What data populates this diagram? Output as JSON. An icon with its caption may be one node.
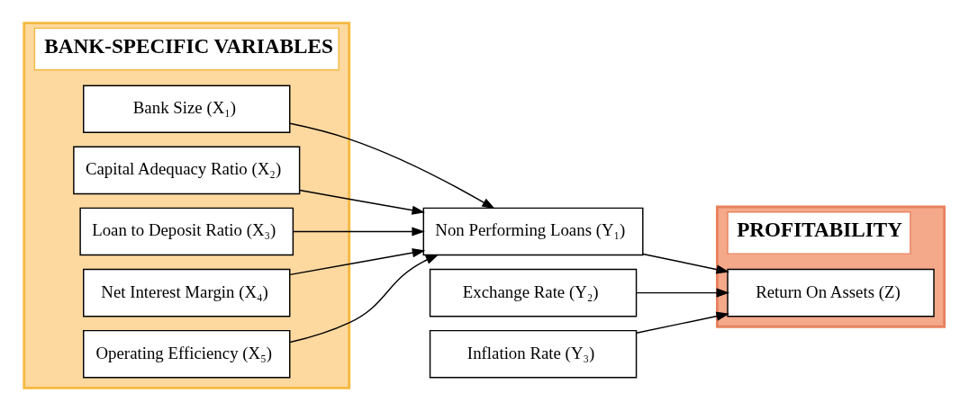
{
  "diagram": {
    "nodes": [
      {
        "text": [
          "BANK-SPECIFIC VARIABLES"
        ]
      },
      {
        "text": [
          "Bank Size (X₁)"
        ],
        "in": 0
      },
      {
        "text": [
          "Capital Adequacy Ratio (X₂)"
        ],
        "in": 0
      },
      {
        "text": [
          "Loan to Deposit Ratio (X₃)"
        ],
        "in": 0
      },
      {
        "text": [
          "Net Interest Margin (X₄)"
        ],
        "in": 0
      },
      {
        "text": [
          "Operating Efficiency (X₅)"
        ],
        "in": 0
      },
      {
        "text": [
          "Non Performing Loans (Y₁)"
        ]
      },
      {
        "text": [
          "Exchange Rate (Y₂)"
        ]
      },
      {
        "text": [
          "Inflation Rate (Y₃)"
        ]
      },
      {
        "text": [
          "PROFITABILITY"
        ]
      },
      {
        "text": [
          "Return On Assets (Z)"
        ],
        "in": 9
      }
    ],
    "edges": [
      {
        "from": 1,
        "to": 6,
        "arrow": "to"
      },
      {
        "from": 2,
        "to": 6,
        "arrow": "to"
      },
      {
        "from": 3,
        "to": 6,
        "arrow": "to"
      },
      {
        "from": 4,
        "to": 6,
        "arrow": "to"
      },
      {
        "from": 5,
        "to": 6,
        "arrow": "to"
      },
      {
        "from": 6,
        "to": 10,
        "arrow": "to"
      },
      {
        "from": 7,
        "to": 10,
        "arrow": "to"
      },
      {
        "from": 8,
        "to": 10,
        "arrow": "to"
      }
    ]
  }
}
